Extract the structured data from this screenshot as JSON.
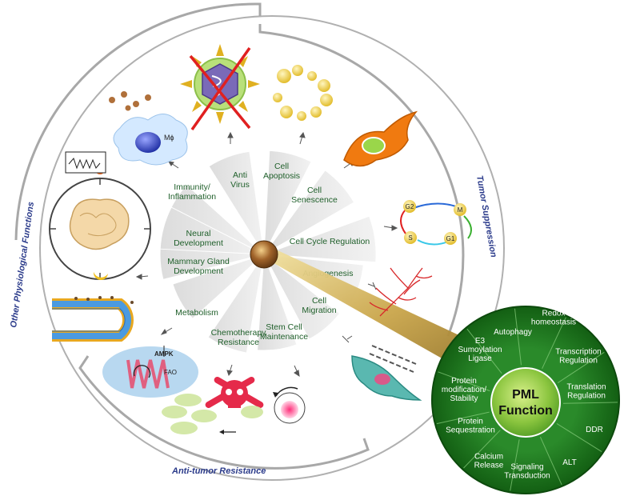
{
  "wedges": [
    {
      "id": "immunity",
      "lines": [
        "Immunity/",
        "Inflammation"
      ]
    },
    {
      "id": "anti-virus",
      "lines": [
        "Anti",
        "Virus"
      ]
    },
    {
      "id": "apoptosis",
      "lines": [
        "Cell",
        "Apoptosis"
      ]
    },
    {
      "id": "senescence",
      "lines": [
        "Cell",
        "Senescence"
      ]
    },
    {
      "id": "cell-cycle",
      "lines": [
        "Cell Cycle Regulation"
      ]
    },
    {
      "id": "angiogenesis",
      "lines": [
        "Angiogenesis"
      ]
    },
    {
      "id": "migration",
      "lines": [
        "Cell",
        "Migration"
      ]
    },
    {
      "id": "stem-cell",
      "lines": [
        "Stem Cell",
        "Maintenance"
      ]
    },
    {
      "id": "chemo",
      "lines": [
        "Chemotherapy",
        "Resistance"
      ]
    },
    {
      "id": "metabolism",
      "lines": [
        "Metabolism"
      ]
    },
    {
      "id": "mammary",
      "lines": [
        "Mammary Gland",
        "Development"
      ]
    },
    {
      "id": "neural",
      "lines": [
        "Neural",
        "Development"
      ]
    }
  ],
  "regions": {
    "tumor_suppression": "Tumor Suppression",
    "other_physiological": "Other Physiological Functions",
    "anti_tumor": "Anti-tumor Resistance"
  },
  "pml": {
    "title_line1": "PML",
    "title_line2": "Function",
    "items": [
      {
        "id": "redox",
        "lines": [
          "Redox",
          "homeostasis"
        ]
      },
      {
        "id": "transcription",
        "lines": [
          "Transcription",
          "Regulation"
        ]
      },
      {
        "id": "translation",
        "lines": [
          "Translation",
          "Regulation"
        ]
      },
      {
        "id": "ddr",
        "lines": [
          "DDR"
        ]
      },
      {
        "id": "alt",
        "lines": [
          "ALT"
        ]
      },
      {
        "id": "signaling",
        "lines": [
          "Signaling",
          "Transduction"
        ]
      },
      {
        "id": "calcium",
        "lines": [
          "Calcium",
          "Release"
        ]
      },
      {
        "id": "sequestration",
        "lines": [
          "Protein",
          "Sequestration"
        ]
      },
      {
        "id": "modification",
        "lines": [
          "Protein",
          "modification/",
          "Stability"
        ]
      },
      {
        "id": "sumoylation",
        "lines": [
          "E3",
          "Sumoylation",
          "Ligase"
        ]
      },
      {
        "id": "autophagy",
        "lines": [
          "Autophagy"
        ]
      }
    ]
  },
  "icons": {
    "macrophage_label": "Mϕ",
    "cycle_phases": [
      "G2",
      "M",
      "G1",
      "S"
    ],
    "ampk_label": "AMPK",
    "fao_label": "FAO"
  },
  "colors": {
    "wedge_text": "#1f5f2a",
    "region_text": "#2a3a8a",
    "pml_ring": "#1e7a1e",
    "pml_core": "#8bc53f",
    "center": "#7a4a1a"
  }
}
